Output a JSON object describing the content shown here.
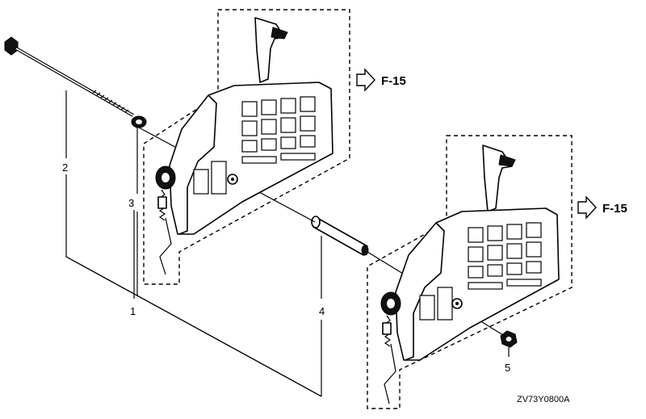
{
  "diagram": {
    "reference_code": "ZV73Y0800A",
    "callouts": [
      {
        "id": "1",
        "label": "1"
      },
      {
        "id": "2",
        "label": "2"
      },
      {
        "id": "3",
        "label": "3"
      },
      {
        "id": "4",
        "label": "4"
      },
      {
        "id": "5",
        "label": "5"
      }
    ],
    "page_refs": [
      {
        "id": "upper",
        "label": "F-15"
      },
      {
        "id": "lower",
        "label": "F-15"
      }
    ]
  }
}
